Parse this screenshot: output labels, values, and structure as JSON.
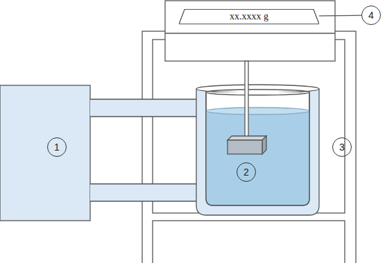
{
  "diagram": {
    "nodes": [
      {
        "text": [
          "xx.xxxx g"
        ]
      },
      {
        "text": [
          "4"
        ]
      },
      {
        "text": [
          "1"
        ]
      },
      {
        "text": [
          "2"
        ]
      },
      {
        "text": [
          "3"
        ]
      }
    ],
    "edges": [
      {
        "from": 1,
        "to": 0,
        "arrow": "none"
      }
    ]
  }
}
